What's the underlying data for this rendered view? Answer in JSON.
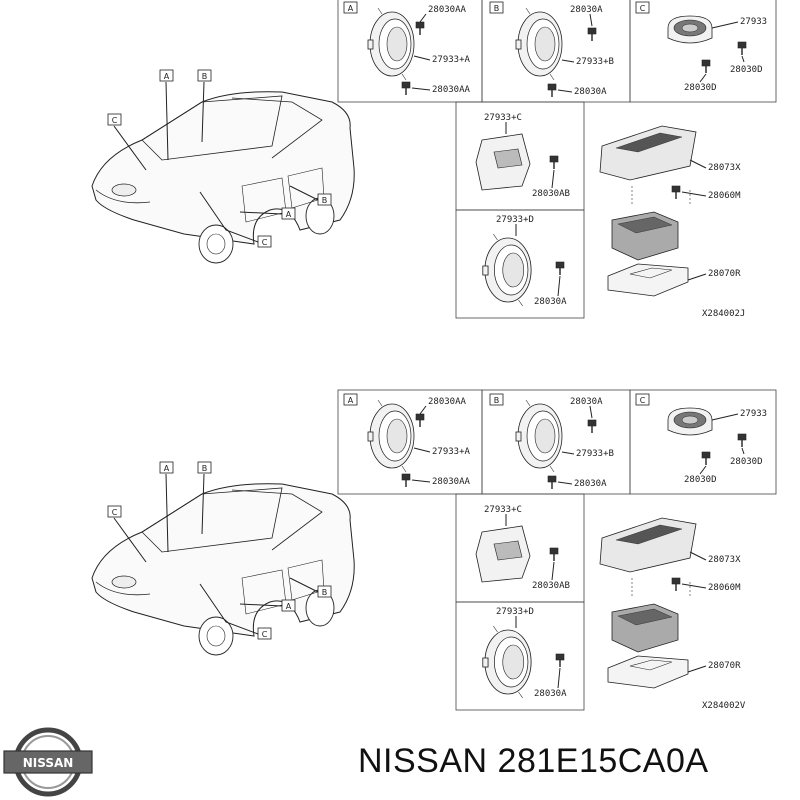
{
  "footer": {
    "logo_text": "NISSAN",
    "part_text": "NISSAN 281E15CA0A"
  },
  "diagrams": [
    {
      "box_letters": [
        "A",
        "B",
        "C"
      ],
      "car_callouts": [
        "A",
        "B",
        "C",
        "A",
        "B",
        "C"
      ],
      "cell_A": [
        "28030AA",
        "27933+A",
        "28030AA"
      ],
      "cell_B": [
        "28030A",
        "27933+B",
        "28030A"
      ],
      "cell_C": [
        "27933",
        "28030D",
        "28030D"
      ],
      "cell_D": [
        "27933+C",
        "28030AB"
      ],
      "cell_E": [
        "27933+D",
        "28030A"
      ],
      "amp": [
        "28073X",
        "28060M",
        "28070R"
      ],
      "ref": "X284002J"
    },
    {
      "box_letters": [
        "A",
        "B",
        "C"
      ],
      "car_callouts": [
        "A",
        "B",
        "C",
        "A",
        "B",
        "C"
      ],
      "cell_A": [
        "28030AA",
        "27933+A",
        "28030AA"
      ],
      "cell_B": [
        "28030A",
        "27933+B",
        "28030A"
      ],
      "cell_C": [
        "27933",
        "28030D",
        "28030D"
      ],
      "cell_D": [
        "27933+C",
        "28030AB"
      ],
      "cell_E": [
        "27933+D",
        "28030A"
      ],
      "amp": [
        "28073X",
        "28060M",
        "28070R"
      ],
      "ref": "X284002V"
    }
  ]
}
